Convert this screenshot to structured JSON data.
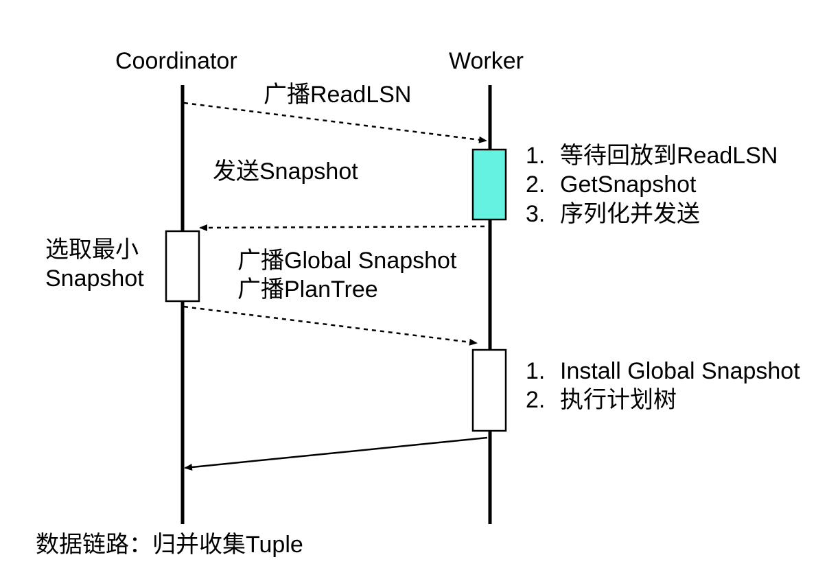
{
  "participants": {
    "coordinator": "Coordinator",
    "worker": "Worker"
  },
  "messages": {
    "broadcast_readlsn": "广播ReadLSN",
    "send_snapshot": "发送Snapshot",
    "broadcast_global_snapshot": "广播Global Snapshot",
    "broadcast_plantree": "广播PlanTree",
    "data_link": "数据链路：归并收集Tuple"
  },
  "notes": {
    "coordinator_activation": {
      "line1": "选取最小",
      "line2": "Snapshot"
    },
    "worker_step1": [
      {
        "num": "1.",
        "text": "等待回放到ReadLSN"
      },
      {
        "num": "2.",
        "text": "GetSnapshot"
      },
      {
        "num": "3.",
        "text": "序列化并发送"
      }
    ],
    "worker_step2": [
      {
        "num": "1.",
        "text": "Install Global Snapshot"
      },
      {
        "num": "2.",
        "text": "执行计划树"
      }
    ]
  },
  "colors": {
    "active_box": "#66f2e0",
    "idle_box": "#ffffff",
    "line": "#000000"
  }
}
